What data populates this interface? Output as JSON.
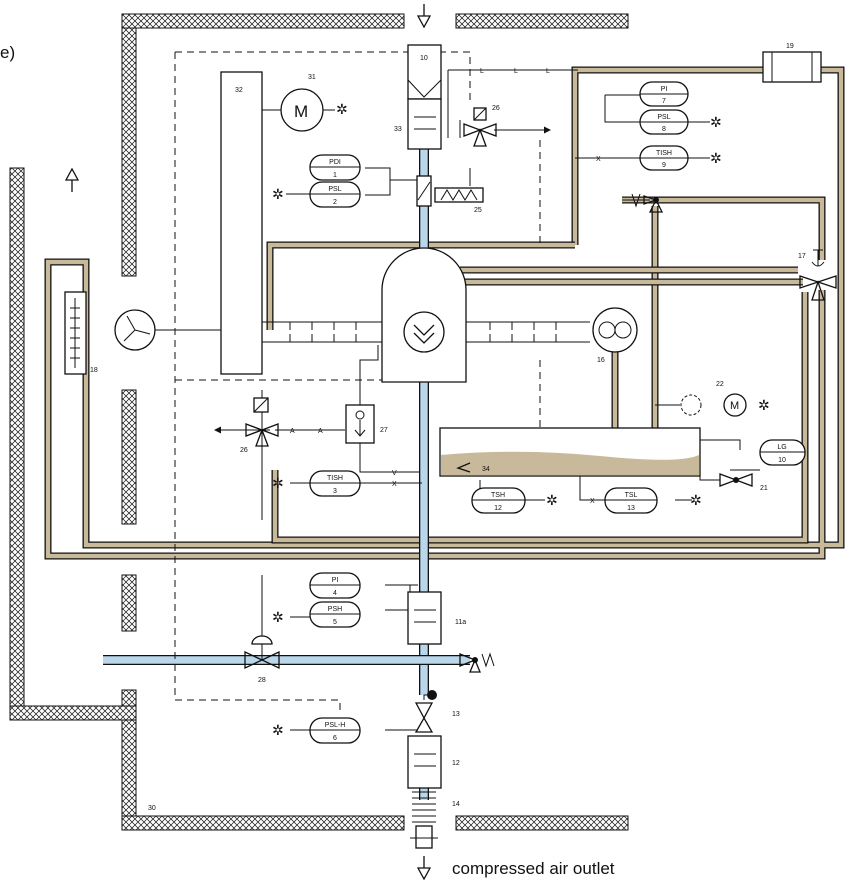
{
  "title_fragment": "e)",
  "outlet_label": "compressed air outlet",
  "colors": {
    "oil": "#c9b99b",
    "air_pipe": "#b9d6ea",
    "line": "#111111",
    "wall_hatch": "#111111"
  },
  "component_numbers": {
    "n10": "10",
    "n11a": "11a",
    "n12": "12",
    "n13": "13",
    "n14": "14",
    "n16": "16",
    "n17": "17",
    "n18": "18",
    "n19": "19",
    "n21": "21",
    "n22": "22",
    "n25": "25",
    "n26a": "26",
    "n26b": "26",
    "n27": "27",
    "n28": "28",
    "n30": "30",
    "n31": "31",
    "n32": "32",
    "n33": "33",
    "n34": "34"
  },
  "instruments": {
    "pdi1": {
      "tag": "PDI",
      "num": "1"
    },
    "psl2": {
      "tag": "PSL",
      "num": "2"
    },
    "tish3": {
      "tag": "TISH",
      "num": "3"
    },
    "pi4": {
      "tag": "PI",
      "num": "4"
    },
    "psh5": {
      "tag": "PSH",
      "num": "5"
    },
    "pslh6": {
      "tag": "PSL-H",
      "num": "6"
    },
    "pi7": {
      "tag": "PI",
      "num": "7"
    },
    "psl8": {
      "tag": "PSL",
      "num": "8"
    },
    "tish9": {
      "tag": "TISH",
      "num": "9"
    },
    "lg10": {
      "tag": "LG",
      "num": "10"
    },
    "tsh12": {
      "tag": "TSH",
      "num": "12"
    },
    "tsl13": {
      "tag": "TSL",
      "num": "13"
    }
  },
  "motor_symbol": "M",
  "signal_letters": {
    "l": "L",
    "a": "A",
    "v": "V",
    "x": "X"
  }
}
